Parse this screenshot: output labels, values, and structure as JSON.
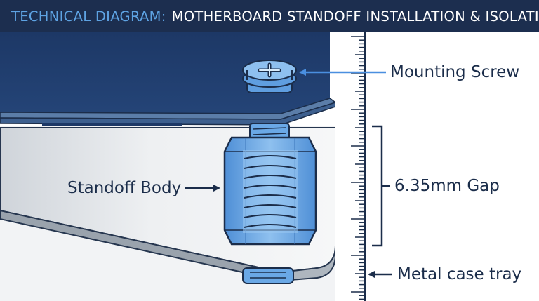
{
  "title": {
    "prefix": "TECHNICAL DIAGRAM:",
    "main": "MOTHERBOARD STANDOFF INSTALLATION & ISOLATION"
  },
  "labels": {
    "mounting_screw": "Mounting Screw",
    "standoff_body": "Standoff Body",
    "gap": "6.35mm Gap",
    "case_tray": "Metal case tray"
  },
  "colors": {
    "title_bar": "#1c2e4f",
    "title_accent": "#5ea3e3",
    "motherboard": "#1f3b68",
    "hardware_blue": "#6aa8e6",
    "case_tray": "#d7dbe0",
    "label_text": "#1b2d4a"
  }
}
